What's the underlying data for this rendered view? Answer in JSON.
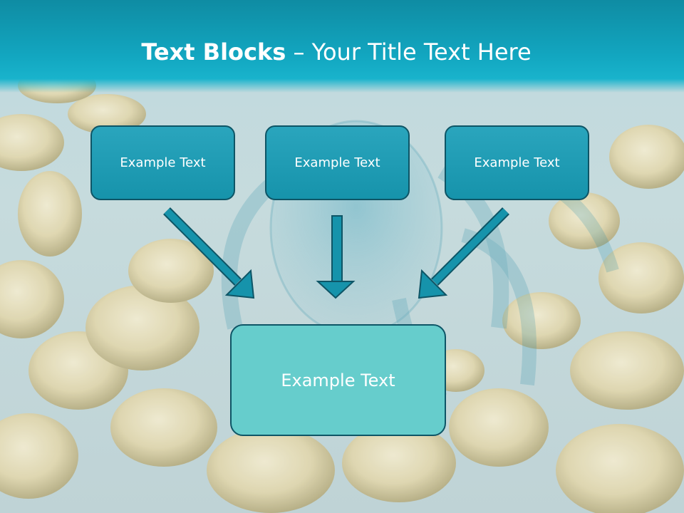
{
  "slide": {
    "title_bold": "Text Blocks",
    "title_rest": " – Your Title Text Here",
    "blocks": [
      {
        "label": "Example Text"
      },
      {
        "label": "Example Text"
      },
      {
        "label": "Example Text"
      }
    ],
    "main_block": {
      "label": "Example Text"
    }
  },
  "colors": {
    "title_bar": "#12a6c0",
    "small_box": "#1693ab",
    "main_box": "#66cdcc",
    "arrow": "#1693ab",
    "border": "#0e5566"
  }
}
